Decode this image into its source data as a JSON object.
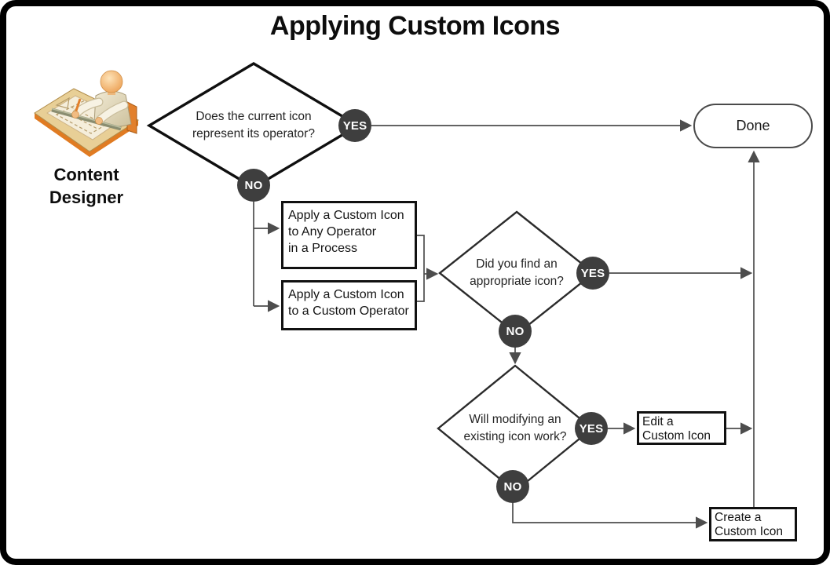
{
  "title": "Applying Custom Icons",
  "actor": {
    "name": "Content\nDesigner"
  },
  "decision_current_icon": {
    "question": "Does the current icon\nrepresent its operator?",
    "yes_label": "YES",
    "no_label": "NO"
  },
  "process_any_operator": {
    "label": "Apply a Custom Icon\nto Any Operator\nin a Process"
  },
  "process_custom_operator": {
    "label": "Apply a Custom Icon\nto a Custom Operator"
  },
  "decision_found_icon": {
    "question": "Did you find an\nappropriate icon?",
    "yes_label": "YES",
    "no_label": "NO"
  },
  "decision_modify_icon": {
    "question": "Will modifying an\nexisting icon work?",
    "yes_label": "YES",
    "no_label": "NO"
  },
  "process_edit_icon": {
    "label": "Edit a\nCustom Icon"
  },
  "process_create_icon": {
    "label": "Create a\nCustom Icon"
  },
  "terminator_done": {
    "label": "Done"
  },
  "colors": {
    "connector": "#4d4d4d",
    "badge": "#3e3e3e",
    "shape-border": "#111111",
    "frame": "#000000"
  }
}
